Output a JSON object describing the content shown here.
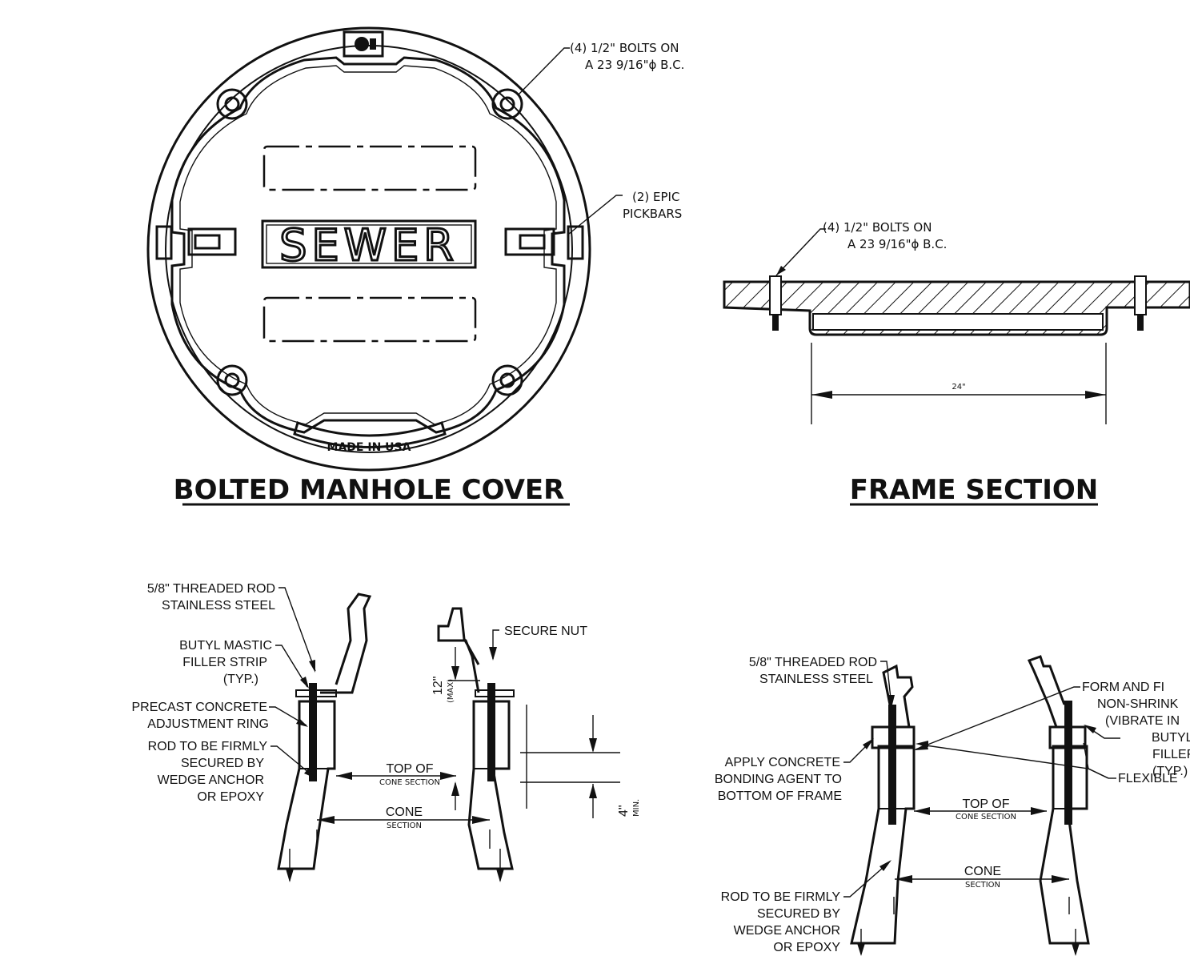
{
  "cover": {
    "title": "BOLTED MANHOLE COVER",
    "sewer_text": "SEWER",
    "made_in_usa": "MADE IN USA",
    "bolts_callout_1": "(4) 1/2\" BOLTS ON",
    "bolts_callout_2": "A 23 9/16\"ϕ B.C.",
    "pickbars_1": "(2) EPIC",
    "pickbars_2": "PICKBARS"
  },
  "frame": {
    "title": "FRAME SECTION",
    "bolts_callout_1": "(4) 1/2\" BOLTS ON",
    "bolts_callout_2": "A 23 9/16\"ϕ B.C.",
    "dimension": "24\""
  },
  "detail_left": {
    "rod_1": "5/8\" THREADED ROD",
    "rod_2": "STAINLESS STEEL",
    "mastic_1": "BUTYL MASTIC",
    "mastic_2": "FILLER STRIP",
    "mastic_3": "(TYP.)",
    "ring_1": "PRECAST CONCRETE",
    "ring_2": "ADJUSTMENT RING",
    "anchor_1": "ROD TO BE FIRMLY",
    "anchor_2": "SECURED BY",
    "anchor_3": "WEDGE ANCHOR",
    "anchor_4": "OR EPOXY",
    "secure_nut": "SECURE NUT",
    "top_of": "TOP OF",
    "cone_section_small": "CONE SECTION",
    "cone": "CONE",
    "section": "SECTION",
    "dim_12": "12\"",
    "dim_max": "(MAX)",
    "dim_4": "4\"",
    "dim_min": "MIN."
  },
  "detail_right": {
    "rod_1": "5/8\" THREADED ROD",
    "rod_2": "STAINLESS STEEL",
    "bonding_1": "APPLY CONCRETE",
    "bonding_2": "BONDING AGENT TO",
    "bonding_3": "BOTTOM OF FRAME",
    "anchor_1": "ROD TO BE FIRMLY",
    "anchor_2": "SECURED BY",
    "anchor_3": "WEDGE ANCHOR",
    "anchor_4": "OR EPOXY",
    "form_1": "FORM AND FI",
    "form_2": "NON-SHRINK",
    "form_3": "(VIBRATE IN",
    "butyl_1": "BUTYL",
    "butyl_2": "FILLER",
    "butyl_3": "(TYP.)",
    "flexible": "FLEXIBLE",
    "top_of": "TOP OF",
    "cone_section_small": "CONE SECTION",
    "cone": "CONE",
    "section": "SECTION"
  }
}
